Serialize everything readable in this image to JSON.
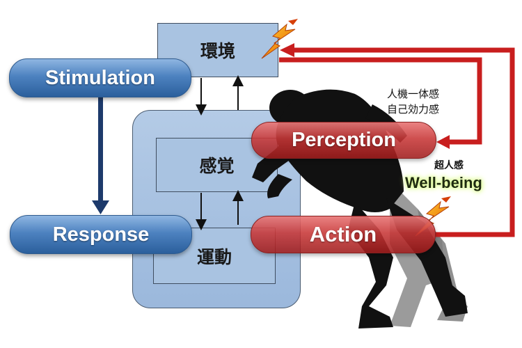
{
  "boxes": {
    "environment": "環境",
    "sensation": "感覚",
    "motor": "運動"
  },
  "pills": {
    "stimulation": "Stimulation",
    "response": "Response",
    "perception": "Perception",
    "action": "Action"
  },
  "annotations": {
    "line1": "人機一体感",
    "line2": "自己効力感",
    "superhuman": "超人感",
    "wellbeing": "Well-being"
  },
  "colors": {
    "box_fill": "#a9c3e1",
    "blue_pill": "#4d82c0",
    "red_pill": "#c83737",
    "feedback_arrow": "#c81e1e",
    "stim_arrow": "#1d3a6b",
    "silhouette": "#111111"
  },
  "icons": {
    "environment_spark": "lightning-bolt-icon",
    "wellbeing_spark": "lightning-bolt-icon"
  }
}
